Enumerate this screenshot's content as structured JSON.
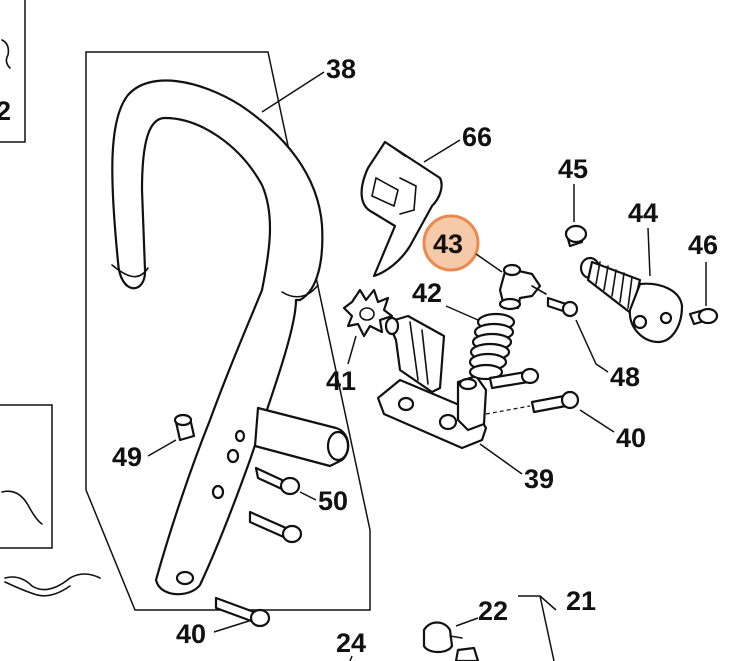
{
  "labels": {
    "l38": "38",
    "l66": "66",
    "l45": "45",
    "l44": "44",
    "l46": "46",
    "l43": "43",
    "l42": "42",
    "l41": "41",
    "l48": "48",
    "l40a": "40",
    "l39": "39",
    "l49": "49",
    "l50": "50",
    "l40b": "40",
    "l22": "22",
    "l21": "21",
    "l24": "24",
    "l2": "2"
  },
  "highlight": {
    "label": "43",
    "fill": "#f6c9a8",
    "stroke": "#ea8a4e"
  }
}
